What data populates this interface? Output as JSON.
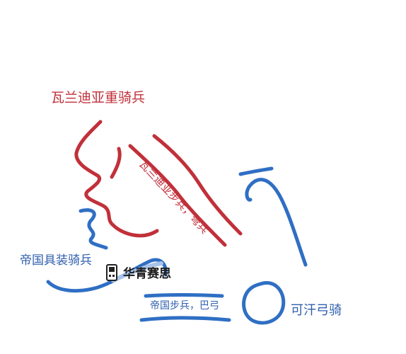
{
  "labels": {
    "red_heavy_cavalry": "瓦兰迪亚重骑兵",
    "red_infantry": "瓦兰迪亚步兵，弩兵",
    "blue_imperial_cavalry": "帝国具装骑兵",
    "blue_imperial_infantry": "帝国步兵，巴弓",
    "khan_horse_archers": "可汗弓骑"
  },
  "watermark": {
    "text": "华青赛思",
    "icon": "handheld-console-icon"
  },
  "colors": {
    "red": "#c1303a",
    "blue": "#2f6fc4",
    "background": "#ffffff"
  }
}
